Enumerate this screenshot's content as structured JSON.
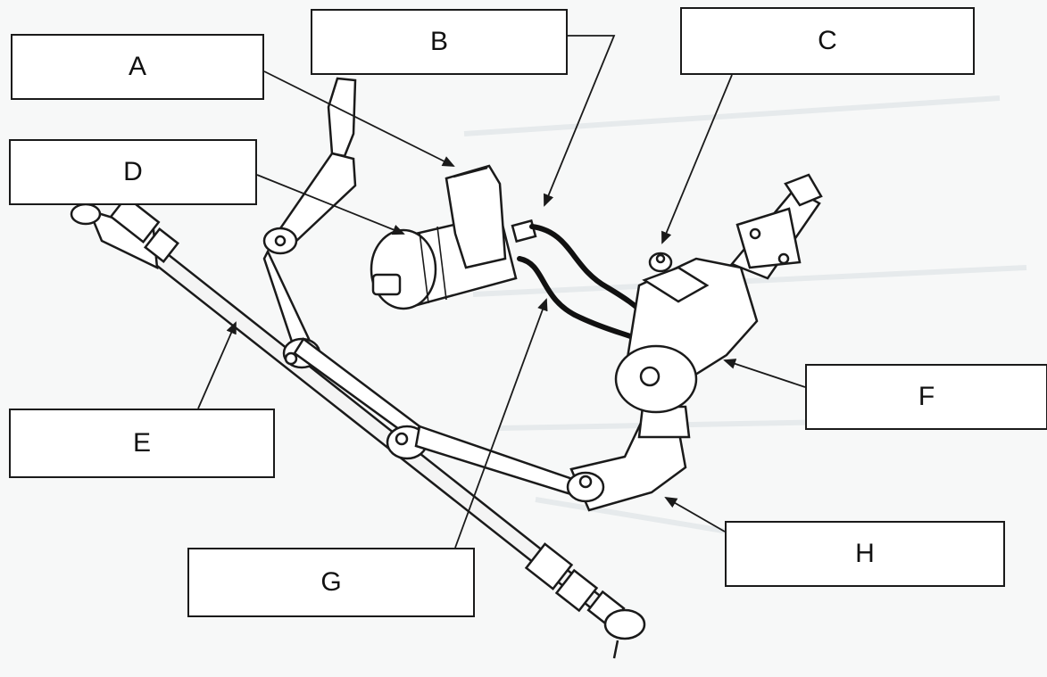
{
  "labels": {
    "a": "A",
    "b": "B",
    "c": "C",
    "d": "D",
    "e": "E",
    "f": "F",
    "g": "G",
    "h": "H"
  },
  "colors": {
    "ink": "#1a1a1a",
    "background": "#f7f8f8",
    "box_fill": "#ffffff"
  }
}
